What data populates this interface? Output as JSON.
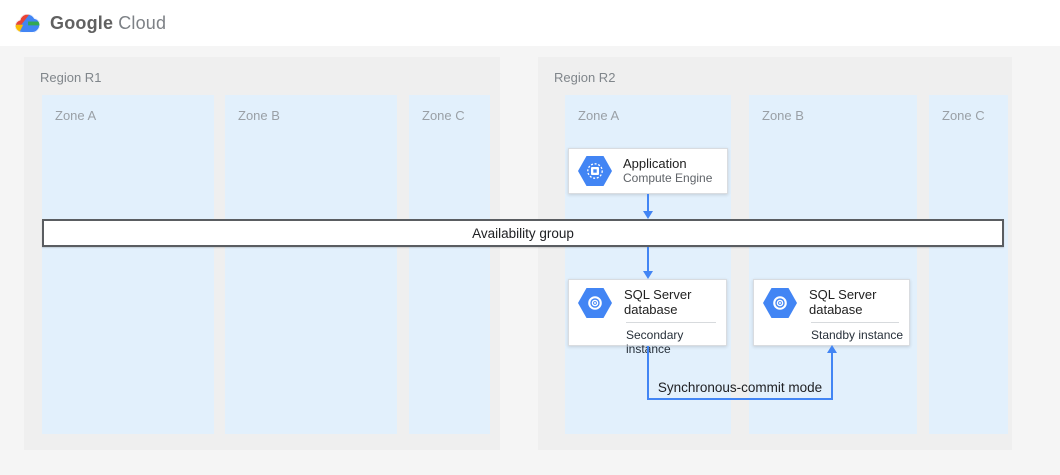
{
  "header": {
    "logo": {
      "brand": "Google",
      "product": "Cloud"
    }
  },
  "regions": [
    {
      "label": "Region R1",
      "zones": [
        "Zone A",
        "Zone B",
        "Zone C"
      ]
    },
    {
      "label": "Region R2",
      "zones": [
        "Zone A",
        "Zone B",
        "Zone C"
      ]
    }
  ],
  "availability_group": {
    "label": "Availability group"
  },
  "nodes": {
    "application": {
      "title": "Application",
      "subtitle": "Compute Engine",
      "icon": "compute-engine-icon"
    },
    "sql_secondary": {
      "title": "SQL Server database",
      "instance": "Secondary instance",
      "icon": "sql-server-icon"
    },
    "sql_standby": {
      "title": "SQL Server database",
      "instance": "Standby instance",
      "icon": "sql-server-icon"
    }
  },
  "connections": {
    "sync_commit_label": "Synchronous-commit mode"
  },
  "colors": {
    "accent_blue": "#4285f4",
    "zone_fill": "#e2f0fc",
    "region_fill": "#efefef",
    "page_background": "#f5f5f5",
    "band_border": "#5a5d61",
    "logo_red": "#ea4335",
    "logo_yellow": "#fbbc05",
    "logo_green": "#34a853",
    "logo_blue": "#4285f4"
  }
}
